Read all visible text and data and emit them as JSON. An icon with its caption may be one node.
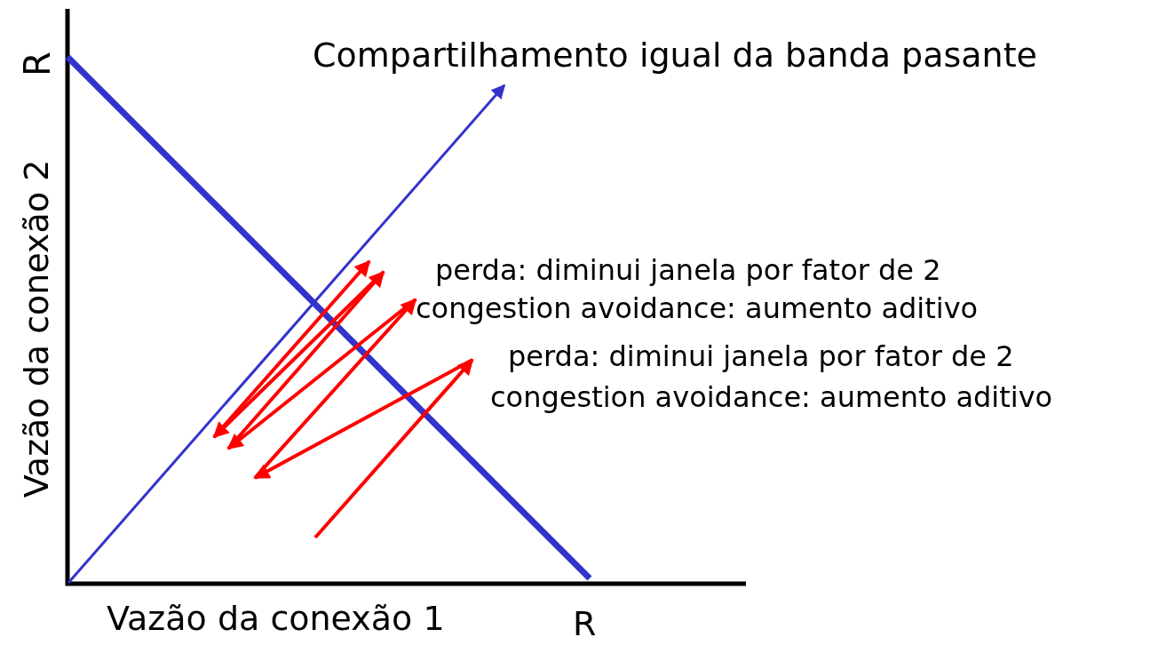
{
  "diagram": {
    "labels": [
      "R",
      "Compartilhamento igual da banda pasante",
      "Vazão da conexão 2",
      "perda: diminui janela por fator de 2",
      "congestion avoidance: aumento aditivo",
      "perda: diminui janela por fator de 2",
      "congestion avoidance: aumento aditivo",
      "Vazão da conexão 1",
      "R"
    ]
  }
}
